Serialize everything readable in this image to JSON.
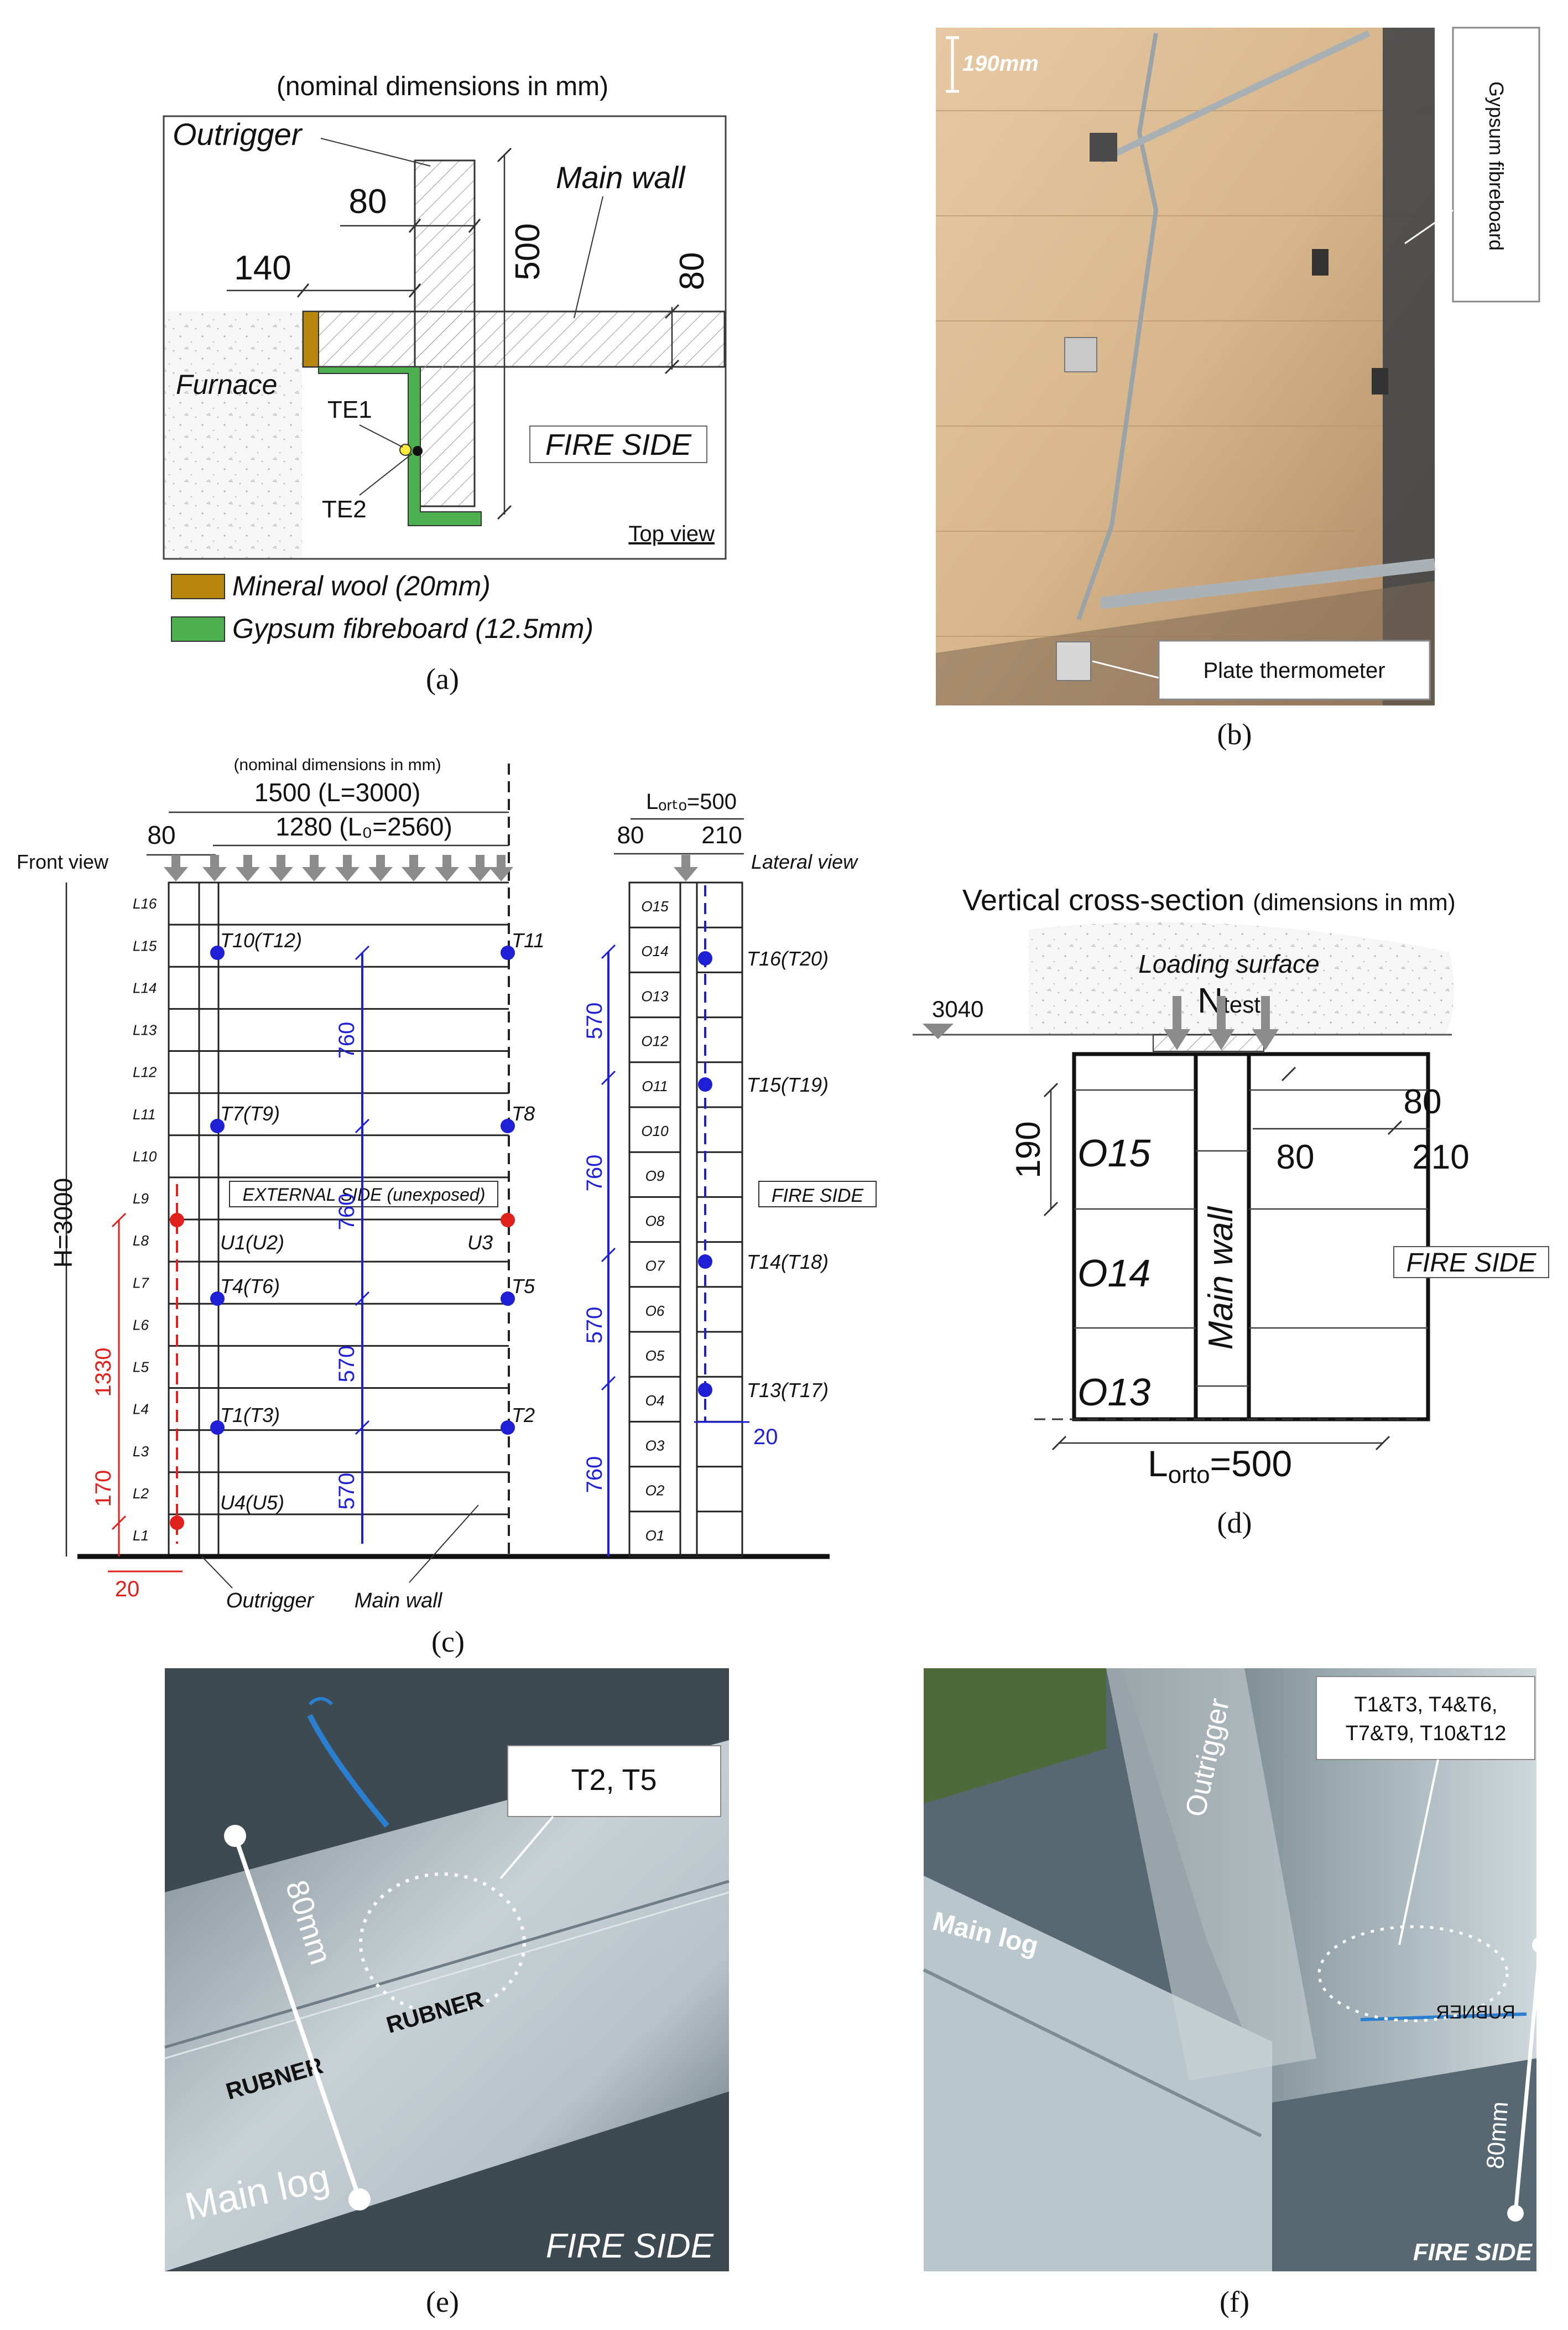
{
  "panel_a": {
    "header": "(nominal dimensions in mm)",
    "outrigger": "Outrigger",
    "main_wall": "Main wall",
    "dim_80_top": "80",
    "dim_140": "140",
    "dim_500": "500",
    "dim_80_right": "80",
    "furnace": "Furnace",
    "te1": "TE1",
    "te2": "TE2",
    "fire_side": "FIRE SIDE",
    "top_view": "Top view",
    "legend_mineral": "Mineral wool (20mm)",
    "legend_gypsum": "Gypsum fibreboard (12.5mm)",
    "caption": "(a)",
    "colors": {
      "mineral": "#b8860b",
      "gypsum": "#4caf50",
      "te1": "#ffeb3b"
    }
  },
  "panel_b": {
    "scale": "190mm",
    "label_gypsum": "Gypsum fibreboard",
    "label_plate": "Plate thermometer",
    "caption": "(b)"
  },
  "panel_c": {
    "header": "(nominal dimensions in mm)",
    "dim_1500": "1500 (L=3000)",
    "dim_1280": "1280 (L₀=2560)",
    "dim_80": "80",
    "front_view": "Front view",
    "lateral_view": "Lateral view",
    "lorto": "Lₒᵣₜₒ=500",
    "lat_80": "80",
    "lat_210": "210",
    "h3000": "H=3000",
    "logs": [
      "L16",
      "L15",
      "L14",
      "L13",
      "L12",
      "L11",
      "L10",
      "L9",
      "L8",
      "L7",
      "L6",
      "L5",
      "L4",
      "L3",
      "L2",
      "L1"
    ],
    "olog": [
      "O15",
      "O14",
      "O13",
      "O12",
      "O11",
      "O10",
      "O9",
      "O8",
      "O7",
      "O6",
      "O5",
      "O4",
      "O3",
      "O2",
      "O1"
    ],
    "t10": "T10(T12)",
    "t11": "T11",
    "t7": "T7(T9)",
    "t8": "T8",
    "external": "EXTERNAL SIDE (unexposed)",
    "u1": "U1(U2)",
    "u3": "U3",
    "t4": "T4(T6)",
    "t5": "T5",
    "t1": "T1(T3)",
    "t2": "T2",
    "u4": "U4(U5)",
    "dim_760a": "760",
    "dim_760b": "760",
    "dim_570a": "570",
    "dim_570b": "570",
    "dim_1330": "1330",
    "dim_170": "170",
    "dim_20": "20",
    "lat_570a": "570",
    "lat_760a": "760",
    "lat_570b": "570",
    "lat_760b": "760",
    "lat_20": "20",
    "t16": "T16(T20)",
    "t15": "T15(T19)",
    "t14": "T14(T18)",
    "t13": "T13(T17)",
    "fire_side": "FIRE SIDE",
    "outrigger": "Outrigger",
    "main_wall": "Main wall",
    "caption": "(c)",
    "colors": {
      "blue": "#1f1fd6",
      "red": "#e0201c"
    }
  },
  "panel_d": {
    "title": "Vertical cross-section",
    "title_sub": "(dimensions in mm)",
    "loading": "Loading surface",
    "ntest": "N",
    "ntest_sub": "test",
    "level": "3040",
    "dim_190": "190",
    "dim_80a": "80",
    "dim_80b": "80",
    "dim_210": "210",
    "o15": "O15",
    "o14": "O14",
    "o13": "O13",
    "main_wall": "Main wall",
    "fire_side": "FIRE SIDE",
    "lorto": "L",
    "lorto_sub": "orto",
    "lorto_val": "=500",
    "caption": "(d)"
  },
  "panel_e": {
    "label": "T2, T5",
    "dim": "80mm",
    "main_log": "Main log",
    "fire_side": "FIRE SIDE",
    "brand1": "RUBNER",
    "brand2": "RUBNER",
    "caption": "(e)"
  },
  "panel_f": {
    "label_line1": "T1&T3, T4&T6,",
    "label_line2": "T7&T9, T10&T12",
    "outrigger": "Outrigger",
    "main_log": "Main log",
    "dim": "80mm",
    "fire_side": "FIRE SIDE",
    "brand": "RUBNER",
    "caption": "(f)"
  }
}
